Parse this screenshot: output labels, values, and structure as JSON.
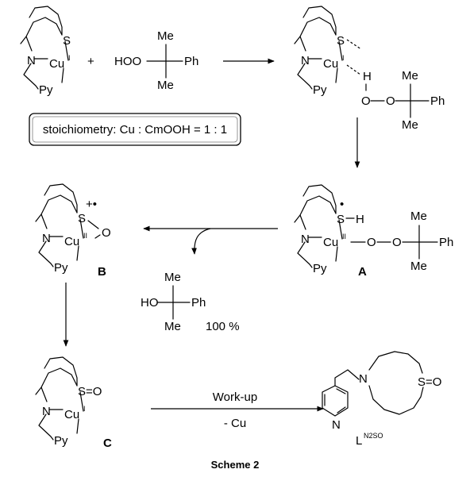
{
  "labels": {
    "S": "S",
    "N": "N",
    "Py": "Py",
    "Cu": "Cu",
    "ox_I": "I",
    "ox_II": "II",
    "O": "O",
    "H": "H",
    "Me": "Me",
    "Ph": "Ph",
    "HOO": "HOO",
    "HO": "HO",
    "plus": "+",
    "radical": "•",
    "cation_radical": "+•",
    "SO": "S=O",
    "Ph_cut": "Ph"
  },
  "stoichiometry": "stoichiometry: Cu : CmOOH = 1 : 1",
  "compound_labels": {
    "A": "A",
    "B": "B",
    "C": "C"
  },
  "byproduct_yield": "100 %",
  "workup": {
    "line1": "Work-up",
    "line2": "- Cu"
  },
  "product": {
    "base": "L",
    "sup": "N2SO",
    "N": "N",
    "SO": "S=O",
    "pyN": "N"
  },
  "caption": "Scheme 2"
}
